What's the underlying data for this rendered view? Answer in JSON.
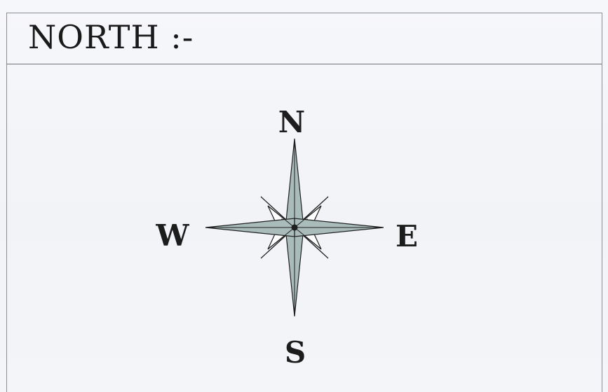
{
  "page": {
    "heading": "NORTH :-"
  },
  "compass": {
    "north_label": "N",
    "south_label": "S",
    "east_label": "E",
    "west_label": "W",
    "colors": {
      "main_point_fill": "#a9bcb9",
      "secondary_point_fill": "#ffffff",
      "stroke": "#1f1f1f"
    }
  }
}
